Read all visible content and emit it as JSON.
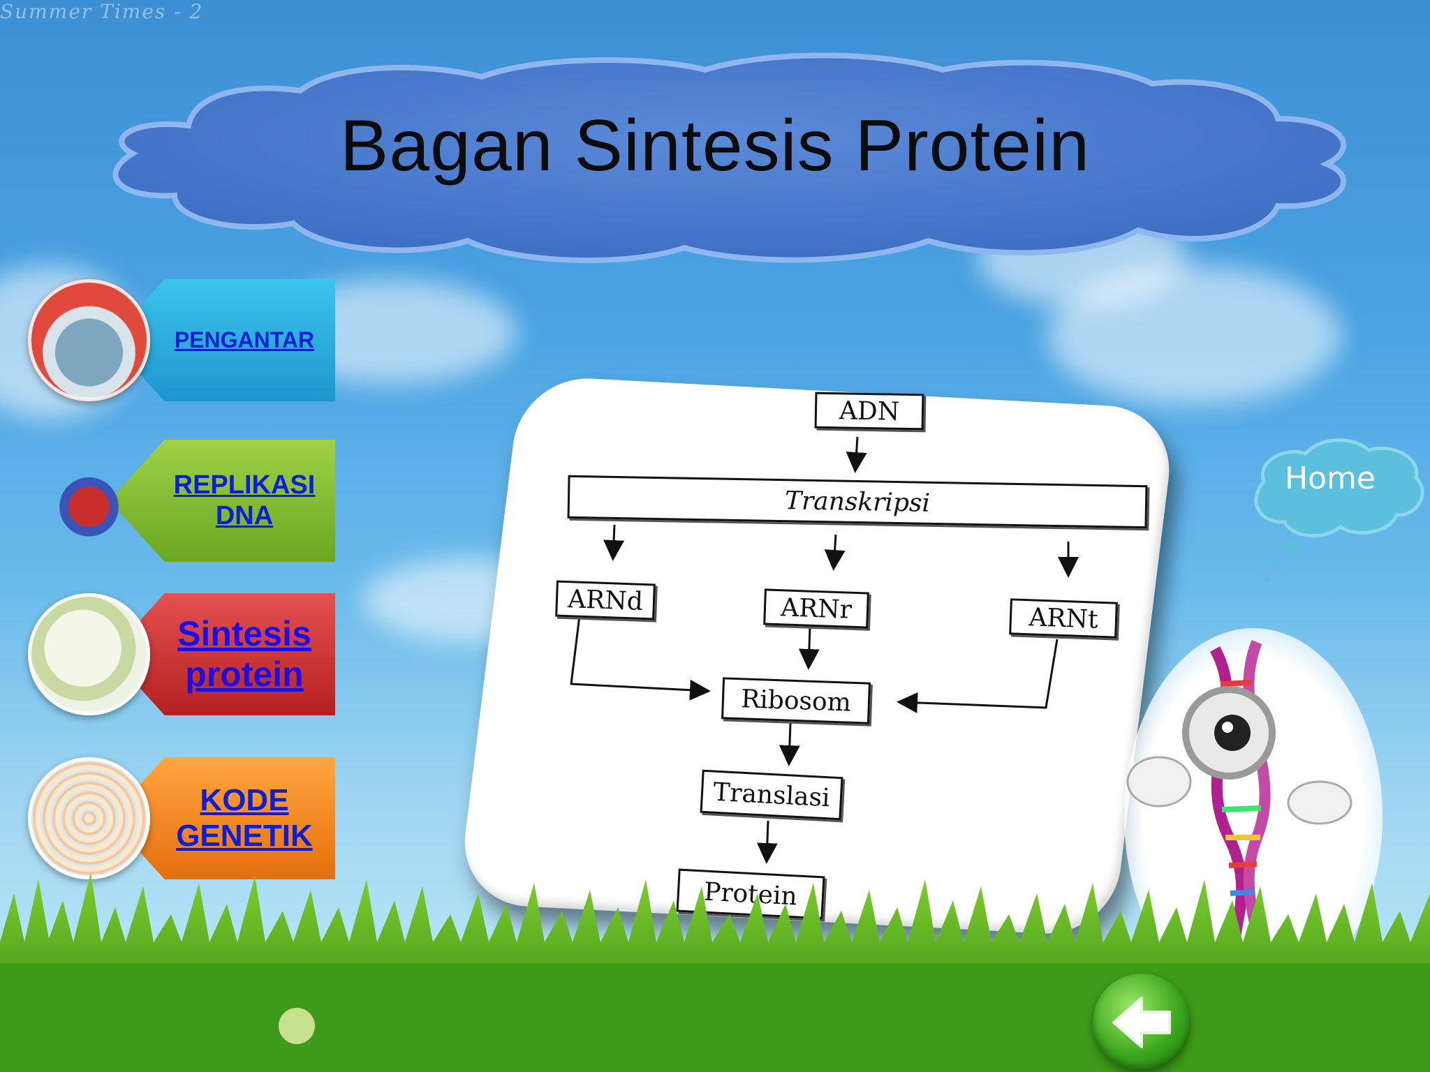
{
  "watermark": "Summer Times - 2",
  "title": "Bagan Sintesis Protein",
  "nav": {
    "pengantar": "PENGANTAR",
    "replikasi_line1": "REPLIKASI",
    "replikasi_line2": "DNA",
    "sintesis_line1": "Sintesis",
    "sintesis_line2": "protein",
    "kode_line1": "KODE",
    "kode_line2": "GENETIK"
  },
  "diagram": {
    "adn": "ADN",
    "transkripsi": "Transkripsi",
    "arnd": "ARNd",
    "arnr": "ARNr",
    "arnt": "ARNt",
    "ribosom": "Ribosom",
    "translasi": "Translasi",
    "protein": "Protein"
  },
  "home": "Home",
  "icons": {
    "back": "back-arrow-icon",
    "pengantar": "robot-icon",
    "replikasi": "scissors-robot-icon",
    "sintesis": "protein-synthesis-icon",
    "kode": "genetic-code-wheel-icon",
    "mascot": "dna-mascot-icon"
  }
}
